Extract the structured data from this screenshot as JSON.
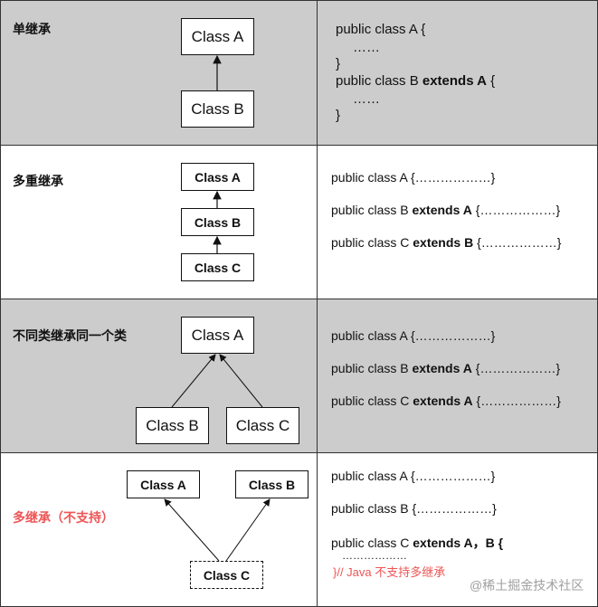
{
  "rows": [
    {
      "label": "单继承",
      "classes": [
        "Class A",
        "Class B"
      ],
      "code": [
        "public class A {",
        "……",
        "}",
        "public class B ",
        "extends A",
        " {",
        "……",
        "}"
      ]
    },
    {
      "label": "多重继承",
      "classes": [
        "Class A",
        "Class B",
        "Class C"
      ],
      "code": {
        "line1": "public class A {………………}",
        "line2_pre": "public class B ",
        "line2_kw": "extends A",
        "line2_post": " {………………}",
        "line3_pre": "public class C ",
        "line3_kw": "extends B",
        "line3_post": " {………………}"
      }
    },
    {
      "label": "不同类继承同一个类",
      "classes": [
        "Class A",
        "Class B",
        "Class C"
      ],
      "code": {
        "line1": "public class A {………………}",
        "line2_pre": "public class B ",
        "line2_kw": "extends A",
        "line2_post": " {………………}",
        "line3_pre": "public class C ",
        "line3_kw": "extends A",
        "line3_post": " {………………}"
      }
    },
    {
      "label": "多继承（不支持）",
      "label_color": "#ee5555",
      "classes": [
        "Class A",
        "Class B",
        "Class C"
      ],
      "code": {
        "line1": "public class A {………………}",
        "line2": "public class B {………………}",
        "line3_pre": "public class C ",
        "line3_kw": "extends A，B {",
        "line4": "………………",
        "comment": "}// Java 不支持多继承"
      }
    }
  ],
  "watermark": "@稀土掘金技术社区",
  "colors": {
    "gray_row": "#cccccc",
    "white_row": "#ffffff",
    "red_label": "#ee5555",
    "border": "#333333"
  }
}
